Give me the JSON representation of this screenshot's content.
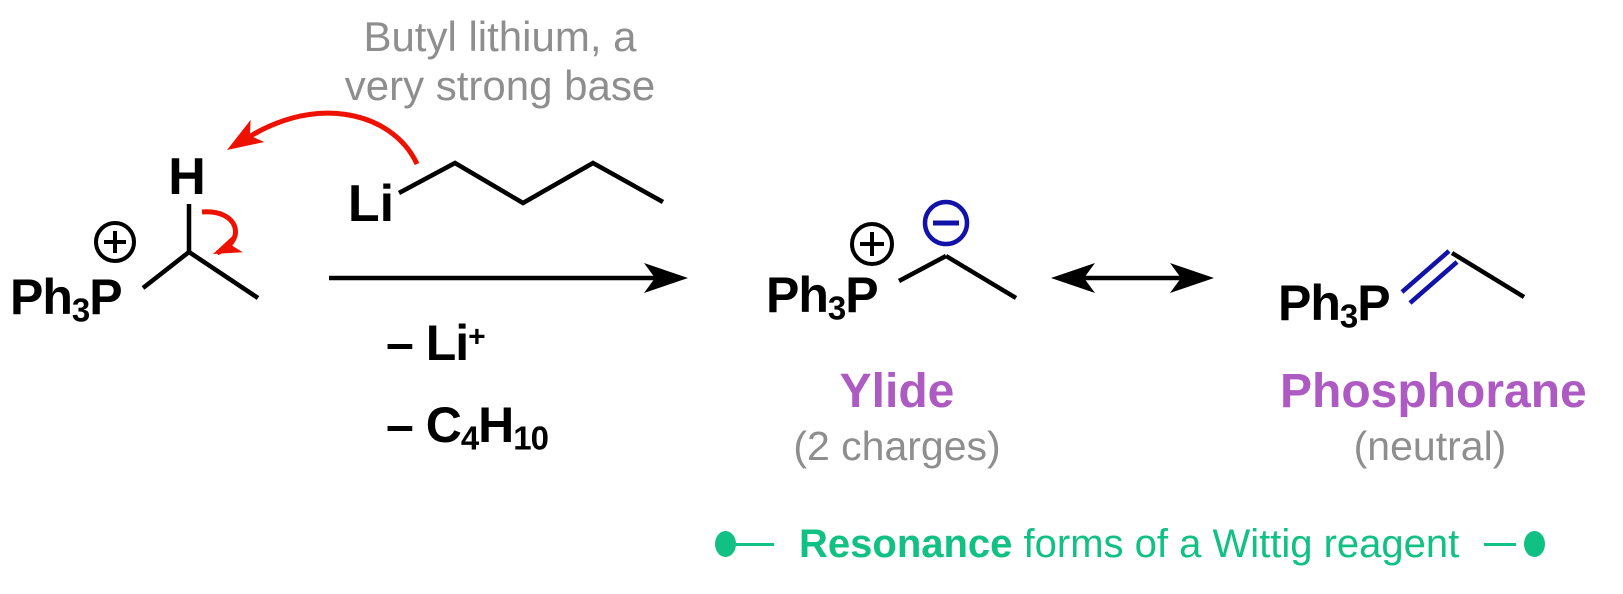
{
  "annotation": {
    "line1": "Butyl lithium, a",
    "line2": "very strong base"
  },
  "reactant": {
    "formula_pre": "Ph",
    "formula_sub": "3",
    "formula_post": "P",
    "hydrogen": "H",
    "charge": "plus"
  },
  "base": {
    "lithium": "Li"
  },
  "conditions": {
    "byproduct1_main": "– Li",
    "byproduct1_sup": "+",
    "byproduct2_p1": "– C",
    "byproduct2_s1": "4",
    "byproduct2_p2": "H",
    "byproduct2_s2": "10"
  },
  "ylide": {
    "formula_pre": "Ph",
    "formula_sub": "3",
    "formula_post": "P",
    "charges": "plus on P, minus on C",
    "title": "Ylide",
    "subtitle": "(2 charges)"
  },
  "phosphorane": {
    "formula_pre": "Ph",
    "formula_sub": "3",
    "formula_post": "P",
    "bond": "P=C double bond",
    "title": "Phosphorane",
    "subtitle": "(neutral)"
  },
  "caption": {
    "emphasis": "Resonance",
    "rest": " forms of a Wittig reagent"
  },
  "colors": {
    "black": "#000000",
    "gray": "#8e8e8e",
    "red": "#ee1100",
    "blue": "#1212a8",
    "purple": "#ae5ac3",
    "green": "#11c083",
    "background": "#ffffff"
  }
}
